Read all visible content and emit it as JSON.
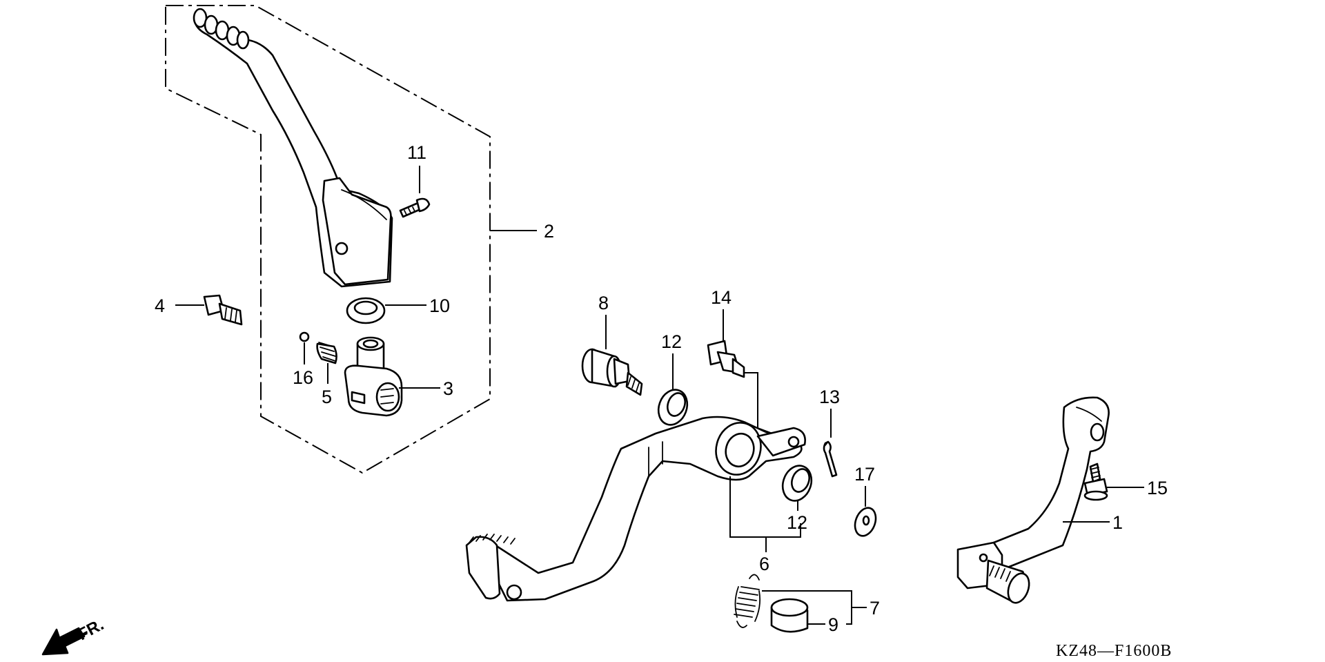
{
  "diagram": {
    "drawing_code": "KZ48—F1600B",
    "front_indicator": "FR.",
    "callouts": {
      "c1": "1",
      "c2": "2",
      "c3": "3",
      "c4": "4",
      "c5": "5",
      "c6": "6",
      "c7": "7",
      "c8": "8",
      "c9": "9",
      "c10": "10",
      "c11": "11",
      "c12a": "12",
      "c12b": "12",
      "c13": "13",
      "c14": "14",
      "c15": "15",
      "c16": "16",
      "c17": "17"
    }
  }
}
